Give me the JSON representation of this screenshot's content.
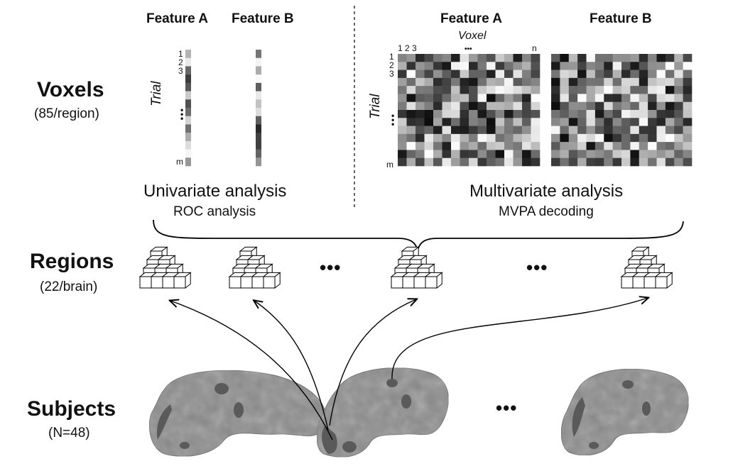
{
  "rows": {
    "voxels": {
      "title": "Voxels",
      "subtitle": "(85/region)"
    },
    "regions": {
      "title": "Regions",
      "subtitle": "(22/brain)"
    },
    "subjects": {
      "title": "Subjects",
      "subtitle": "(N=48)"
    }
  },
  "univariate": {
    "feature_a": "Feature A",
    "feature_b": "Feature B",
    "axis_label": "Trial",
    "row_first": [
      "1",
      "2",
      "3"
    ],
    "row_last": "m",
    "title": "Univariate analysis",
    "subtitle": "ROC analysis"
  },
  "multivariate": {
    "feature_a": "Feature A",
    "feature_b": "Feature B",
    "col_axis_label": "Voxel",
    "col_first": "1 2 3",
    "col_last": "n",
    "row_axis_label": "Trial",
    "row_first": [
      "1",
      "2",
      "3"
    ],
    "row_last": "m",
    "title": "Multivariate analysis",
    "subtitle": "MVPA decoding"
  },
  "ellipsis": "•••",
  "colors": {
    "brain_fill": "#8c8c8c",
    "brain_patch": "#5a5a5a",
    "line": "#000000"
  }
}
